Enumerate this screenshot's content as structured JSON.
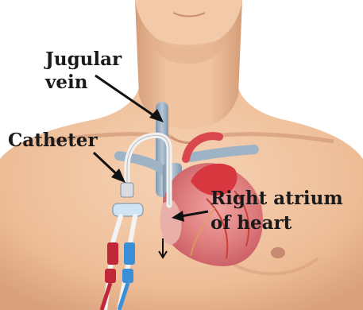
{
  "labels": {
    "jugular_line1": "Jugular",
    "jugular_line2": "vein",
    "catheter": "Catheter",
    "atrium_line1": "Right atrium",
    "atrium_line2": "of heart"
  },
  "colors": {
    "skin": "#f2c9a6",
    "skin_shadow": "#dba583",
    "vein_blue": "#8fa8c0",
    "heart_red": "#d9424c",
    "heart_pink": "#e9a0a0",
    "catheter_white": "#e8e8e8",
    "lumen_red": "#c0283a",
    "lumen_blue": "#3a8fd6",
    "arrow": "#111111"
  }
}
